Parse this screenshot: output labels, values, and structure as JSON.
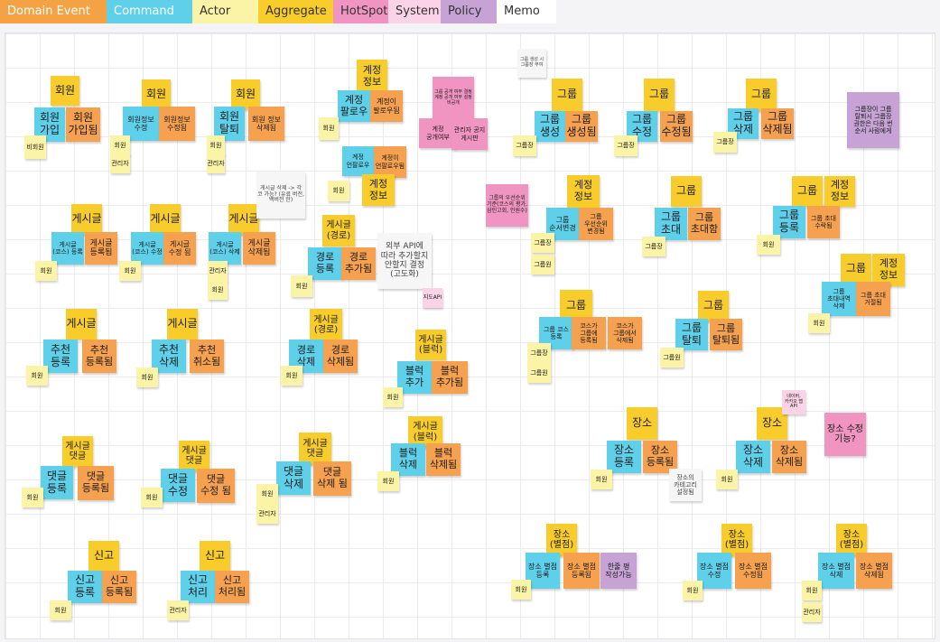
{
  "legend": [
    {
      "label": "Domain Event",
      "color": "#f5a244",
      "text": "#ffffff"
    },
    {
      "label": "Command",
      "color": "#5fd0ea",
      "text": "#ffffff"
    },
    {
      "label": "Actor",
      "color": "#fbf3a5",
      "text": "#333333"
    },
    {
      "label": "Aggregate",
      "color": "#f8cd2b",
      "text": "#333333"
    },
    {
      "label": "HotSpot",
      "color": "#f094c2",
      "text": "#333333"
    },
    {
      "label": "System",
      "color": "#fbd3e6",
      "text": "#333333"
    },
    {
      "label": "Policy",
      "color": "#c7a2d4",
      "text": "#333333"
    },
    {
      "label": "Memo",
      "color": "#ffffff",
      "text": "#333333"
    }
  ],
  "notes": [
    {
      "t": "회원",
      "c": "yellow",
      "fs": 12
    },
    {
      "t": "회원 가입",
      "c": "blue",
      "fs": 12
    },
    {
      "t": "회원 가입됨",
      "c": "orange",
      "fs": 12
    },
    {
      "t": "비회원",
      "c": "lightyellow",
      "fs": 7
    },
    {
      "t": "회원",
      "c": "yellow",
      "fs": 12
    },
    {
      "t": "회원정보 수정",
      "c": "blue",
      "fs": 8
    },
    {
      "t": "회원정보 수정됨",
      "c": "orange",
      "fs": 8
    },
    {
      "t": "회원",
      "c": "lightyellow",
      "fs": 7
    },
    {
      "t": "관리자",
      "c": "lightyellow",
      "fs": 7
    },
    {
      "t": "회원",
      "c": "yellow",
      "fs": 12
    },
    {
      "t": "회원 탈퇴",
      "c": "blue",
      "fs": 12
    },
    {
      "t": "회원 정보 삭제됨",
      "c": "orange",
      "fs": 8
    },
    {
      "t": "회원",
      "c": "lightyellow",
      "fs": 7
    },
    {
      "t": "관리자",
      "c": "lightyellow",
      "fs": 7
    },
    {
      "t": "계정 정보",
      "c": "yellow",
      "fs": 11
    },
    {
      "t": "계정 팔로우",
      "c": "blue",
      "fs": 11
    },
    {
      "t": "계정이 팔로우됨",
      "c": "orange",
      "fs": 8
    },
    {
      "t": "회원",
      "c": "lightyellow",
      "fs": 7
    },
    {
      "t": "계정 언팔로우",
      "c": "blue",
      "fs": 7
    },
    {
      "t": "계정이 언팔로우됨",
      "c": "orange",
      "fs": 7
    },
    {
      "t": "회원",
      "c": "lightyellow",
      "fs": 7
    },
    {
      "t": "계정 정보",
      "c": "yellow",
      "fs": 11
    },
    {
      "t": "그룹 공개 여부 결정 계정 공개 여부 설정 비공개",
      "c": "pink",
      "fs": 5
    },
    {
      "t": "계정 공개여부",
      "c": "pink",
      "fs": 7
    },
    {
      "t": "관리자 공지 게시판",
      "c": "pink",
      "fs": 7
    },
    {
      "t": "그룹 생성 시 그룹장 부여",
      "c": "white",
      "fs": 5
    },
    {
      "t": "그룹",
      "c": "yellow",
      "fs": 12
    },
    {
      "t": "그룹 생성",
      "c": "blue",
      "fs": 12
    },
    {
      "t": "그룹 생성됨",
      "c": "orange",
      "fs": 12
    },
    {
      "t": "그룹장",
      "c": "lightyellow",
      "fs": 7
    },
    {
      "t": "그룹",
      "c": "yellow",
      "fs": 12
    },
    {
      "t": "그룹 수정",
      "c": "blue",
      "fs": 12
    },
    {
      "t": "그룹 수정됨",
      "c": "orange",
      "fs": 12
    },
    {
      "t": "그룹장",
      "c": "lightyellow",
      "fs": 7
    },
    {
      "t": "그룹",
      "c": "yellow",
      "fs": 12
    },
    {
      "t": "그룹 삭제",
      "c": "blue",
      "fs": 12
    },
    {
      "t": "그룹 삭제됨",
      "c": "orange",
      "fs": 12
    },
    {
      "t": "그룹장",
      "c": "lightyellow",
      "fs": 7
    },
    {
      "t": "그룹장이 그룹 탈퇴시 그룹장 권한은 다음 번 순서 사람에게",
      "c": "purple",
      "fs": 7
    },
    {
      "t": "게시글",
      "c": "yellow",
      "fs": 12
    },
    {
      "t": "게시글 (코스) 등록",
      "c": "blue",
      "fs": 7
    },
    {
      "t": "게시글 등록됨",
      "c": "orange",
      "fs": 9
    },
    {
      "t": "회원",
      "c": "lightyellow",
      "fs": 7
    },
    {
      "t": "게시글",
      "c": "yellow",
      "fs": 12
    },
    {
      "t": "게시글 (코스) 수정",
      "c": "blue",
      "fs": 7
    },
    {
      "t": "게시글 수정 됨",
      "c": "orange",
      "fs": 8
    },
    {
      "t": "회원",
      "c": "lightyellow",
      "fs": 7
    },
    {
      "t": "게시글",
      "c": "yellow",
      "fs": 12
    },
    {
      "t": "게시글 (코스) 삭제",
      "c": "blue",
      "fs": 7
    },
    {
      "t": "게시글 삭제됨",
      "c": "orange",
      "fs": 9
    },
    {
      "t": "관리자",
      "c": "lightyellow",
      "fs": 7
    },
    {
      "t": "회원",
      "c": "lightyellow",
      "fs": 7
    },
    {
      "t": "게시글 (경로)",
      "c": "yellow",
      "fs": 10
    },
    {
      "t": "경로 등록",
      "c": "blue",
      "fs": 11
    },
    {
      "t": "경로 추가됨",
      "c": "orange",
      "fs": 11
    },
    {
      "t": "회원",
      "c": "lightyellow",
      "fs": 7
    },
    {
      "t": "게시글 삭제 -> 각 코 가능? (유료 버전, 백버전 한)",
      "c": "white",
      "fs": 6
    },
    {
      "t": "외부 API에 따라 추가할지 안할지 결정(고도화)",
      "c": "white",
      "fs": 9
    },
    {
      "t": "지도API",
      "c": "lightpink",
      "fs": 6
    },
    {
      "t": "그룹의 우선순위 기준(코스의 평가, 삼인고회, 인원수)",
      "c": "pink",
      "fs": 6
    },
    {
      "t": "계정 정보",
      "c": "yellow",
      "fs": 11
    },
    {
      "t": "그룹 순서변경",
      "c": "blue",
      "fs": 8
    },
    {
      "t": "그룹 우선순위 변경됨",
      "c": "orange",
      "fs": 7
    },
    {
      "t": "그룹장",
      "c": "lightyellow",
      "fs": 7
    },
    {
      "t": "그룹원",
      "c": "lightyellow",
      "fs": 7
    },
    {
      "t": "그룹",
      "c": "yellow",
      "fs": 12
    },
    {
      "t": "그룹 초대",
      "c": "blue",
      "fs": 12
    },
    {
      "t": "그룹 초대함",
      "c": "orange",
      "fs": 11
    },
    {
      "t": "그룹장",
      "c": "lightyellow",
      "fs": 7
    },
    {
      "t": "그룹",
      "c": "yellow",
      "fs": 12
    },
    {
      "t": "계정 정보",
      "c": "yellow",
      "fs": 11
    },
    {
      "t": "그룹 등록",
      "c": "blue",
      "fs": 12
    },
    {
      "t": "그룹 초대 수락됨",
      "c": "orange",
      "fs": 7
    },
    {
      "t": "회원",
      "c": "lightyellow",
      "fs": 7
    },
    {
      "t": "그룹",
      "c": "yellow",
      "fs": 12
    },
    {
      "t": "계정 정보",
      "c": "yellow",
      "fs": 11
    },
    {
      "t": "그룹 초대내역 삭제",
      "c": "blue",
      "fs": 7
    },
    {
      "t": "그룹 초대 거절됨",
      "c": "orange",
      "fs": 7
    },
    {
      "t": "회원",
      "c": "lightyellow",
      "fs": 7
    },
    {
      "t": "게시글",
      "c": "yellow",
      "fs": 12
    },
    {
      "t": "추천 등록",
      "c": "blue",
      "fs": 12
    },
    {
      "t": "추천 등록됨",
      "c": "orange",
      "fs": 11
    },
    {
      "t": "회원",
      "c": "lightyellow",
      "fs": 7
    },
    {
      "t": "게시글",
      "c": "yellow",
      "fs": 12
    },
    {
      "t": "추천 삭제",
      "c": "blue",
      "fs": 12
    },
    {
      "t": "추천 취소됨",
      "c": "orange",
      "fs": 11
    },
    {
      "t": "회원",
      "c": "lightyellow",
      "fs": 7
    },
    {
      "t": "게시글 (경로)",
      "c": "yellow",
      "fs": 10
    },
    {
      "t": "경로 삭제",
      "c": "blue",
      "fs": 11
    },
    {
      "t": "경로 삭제됨",
      "c": "orange",
      "fs": 11
    },
    {
      "t": "회원",
      "c": "lightyellow",
      "fs": 7
    },
    {
      "t": "게시글 (블럭)",
      "c": "yellow",
      "fs": 10
    },
    {
      "t": "블럭 추가",
      "c": "blue",
      "fs": 11
    },
    {
      "t": "블럭 추가됨",
      "c": "orange",
      "fs": 11
    },
    {
      "t": "회원",
      "c": "lightyellow",
      "fs": 7
    },
    {
      "t": "그룹",
      "c": "yellow",
      "fs": 12
    },
    {
      "t": "그룹 코스 등록",
      "c": "blue",
      "fs": 7
    },
    {
      "t": "코스가 그룹에 등록됨",
      "c": "orange",
      "fs": 7
    },
    {
      "t": "코스가 그룹에서 삭제됨",
      "c": "orange",
      "fs": 7
    },
    {
      "t": "그룹장",
      "c": "lightyellow",
      "fs": 7
    },
    {
      "t": "그룹원",
      "c": "lightyellow",
      "fs": 7
    },
    {
      "t": "그룹",
      "c": "yellow",
      "fs": 12
    },
    {
      "t": "그룹 탈퇴",
      "c": "blue",
      "fs": 12
    },
    {
      "t": "그룹 탈퇴됨",
      "c": "orange",
      "fs": 11
    },
    {
      "t": "그룹원",
      "c": "lightyellow",
      "fs": 7
    },
    {
      "t": "게시글 (블럭)",
      "c": "yellow",
      "fs": 10
    },
    {
      "t": "블럭 삭제",
      "c": "blue",
      "fs": 11
    },
    {
      "t": "블럭 삭제됨",
      "c": "orange",
      "fs": 11
    },
    {
      "t": "회원",
      "c": "lightyellow",
      "fs": 7
    },
    {
      "t": "게시글 댓글",
      "c": "yellow",
      "fs": 10
    },
    {
      "t": "댓글 등록",
      "c": "blue",
      "fs": 12
    },
    {
      "t": "댓글 등록됨",
      "c": "orange",
      "fs": 11
    },
    {
      "t": "회원",
      "c": "lightyellow",
      "fs": 7
    },
    {
      "t": "게시글 댓글",
      "c": "yellow",
      "fs": 10
    },
    {
      "t": "댓글 수정",
      "c": "blue",
      "fs": 12
    },
    {
      "t": "댓글 수정 됨",
      "c": "orange",
      "fs": 11
    },
    {
      "t": "회원",
      "c": "lightyellow",
      "fs": 7
    },
    {
      "t": "게시글 댓글",
      "c": "yellow",
      "fs": 10
    },
    {
      "t": "댓글 삭제",
      "c": "blue",
      "fs": 12
    },
    {
      "t": "댓글 삭제 됨",
      "c": "orange",
      "fs": 11
    },
    {
      "t": "회원",
      "c": "lightyellow",
      "fs": 7
    },
    {
      "t": "관리자",
      "c": "lightyellow",
      "fs": 7
    },
    {
      "t": "장소",
      "c": "yellow",
      "fs": 12
    },
    {
      "t": "장소 등록",
      "c": "blue",
      "fs": 12
    },
    {
      "t": "장소 등록됨",
      "c": "orange",
      "fs": 11
    },
    {
      "t": "회원",
      "c": "lightyellow",
      "fs": 7
    },
    {
      "t": "장소의 카테고리 설정됨",
      "c": "white",
      "fs": 7
    },
    {
      "t": "장소",
      "c": "yellow",
      "fs": 12
    },
    {
      "t": "장소 삭제",
      "c": "blue",
      "fs": 12
    },
    {
      "t": "장소 삭제됨",
      "c": "orange",
      "fs": 11
    },
    {
      "t": "회원",
      "c": "lightyellow",
      "fs": 7
    },
    {
      "t": "네이버, 카카오 맵 API",
      "c": "lightpink",
      "fs": 5
    },
    {
      "t": "장소 수정 기능?",
      "c": "pink",
      "fs": 10
    },
    {
      "t": "신고",
      "c": "yellow",
      "fs": 12
    },
    {
      "t": "신고 등록",
      "c": "blue",
      "fs": 12
    },
    {
      "t": "신고 등록됨",
      "c": "orange",
      "fs": 11
    },
    {
      "t": "회원",
      "c": "lightyellow",
      "fs": 7
    },
    {
      "t": "신고",
      "c": "yellow",
      "fs": 12
    },
    {
      "t": "신고 처리",
      "c": "blue",
      "fs": 12
    },
    {
      "t": "신고 처리됨",
      "c": "orange",
      "fs": 11
    },
    {
      "t": "관리자",
      "c": "lightyellow",
      "fs": 7
    },
    {
      "t": "장소 (별점)",
      "c": "yellow",
      "fs": 10
    },
    {
      "t": "장소 별점 등록",
      "c": "blue",
      "fs": 8
    },
    {
      "t": "장소 별점 등록됨",
      "c": "orange",
      "fs": 8
    },
    {
      "t": "한줄 평 작성가능",
      "c": "purple",
      "fs": 8
    },
    {
      "t": "회원",
      "c": "lightyellow",
      "fs": 7
    },
    {
      "t": "장소 (별점)",
      "c": "yellow",
      "fs": 10
    },
    {
      "t": "장소 별점 수정",
      "c": "blue",
      "fs": 8
    },
    {
      "t": "장소 별점 수정됨",
      "c": "orange",
      "fs": 8
    },
    {
      "t": "회원",
      "c": "lightyellow",
      "fs": 7
    },
    {
      "t": "장소 (별점)",
      "c": "yellow",
      "fs": 10
    },
    {
      "t": "장소 별점 삭제",
      "c": "blue",
      "fs": 8
    },
    {
      "t": "장소 별점 삭제됨",
      "c": "orange",
      "fs": 8
    },
    {
      "t": "회원",
      "c": "lightyellow",
      "fs": 7
    },
    {
      "t": "관리자",
      "c": "lightyellow",
      "fs": 7
    }
  ]
}
